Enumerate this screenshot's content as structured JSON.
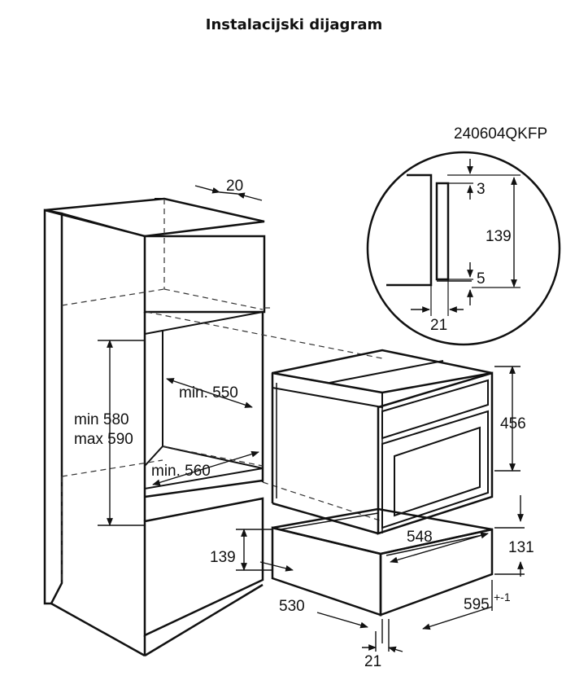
{
  "title": "Instalacijski dijagram",
  "drawing_code": "240604QKFP",
  "dimensions": {
    "top_gap": "20",
    "detail_3": "3",
    "detail_139": "139",
    "detail_5": "5",
    "detail_21": "21",
    "min_550": "min. 550",
    "min_580": "min 580",
    "max_590": "max 590",
    "min_560": "min. 560",
    "height_456": "456",
    "width_548": "548",
    "height_131": "131",
    "drawer_139": "139",
    "depth_530": "530",
    "width_595": "595",
    "tolerance": "+-1",
    "bottom_21": "21"
  }
}
